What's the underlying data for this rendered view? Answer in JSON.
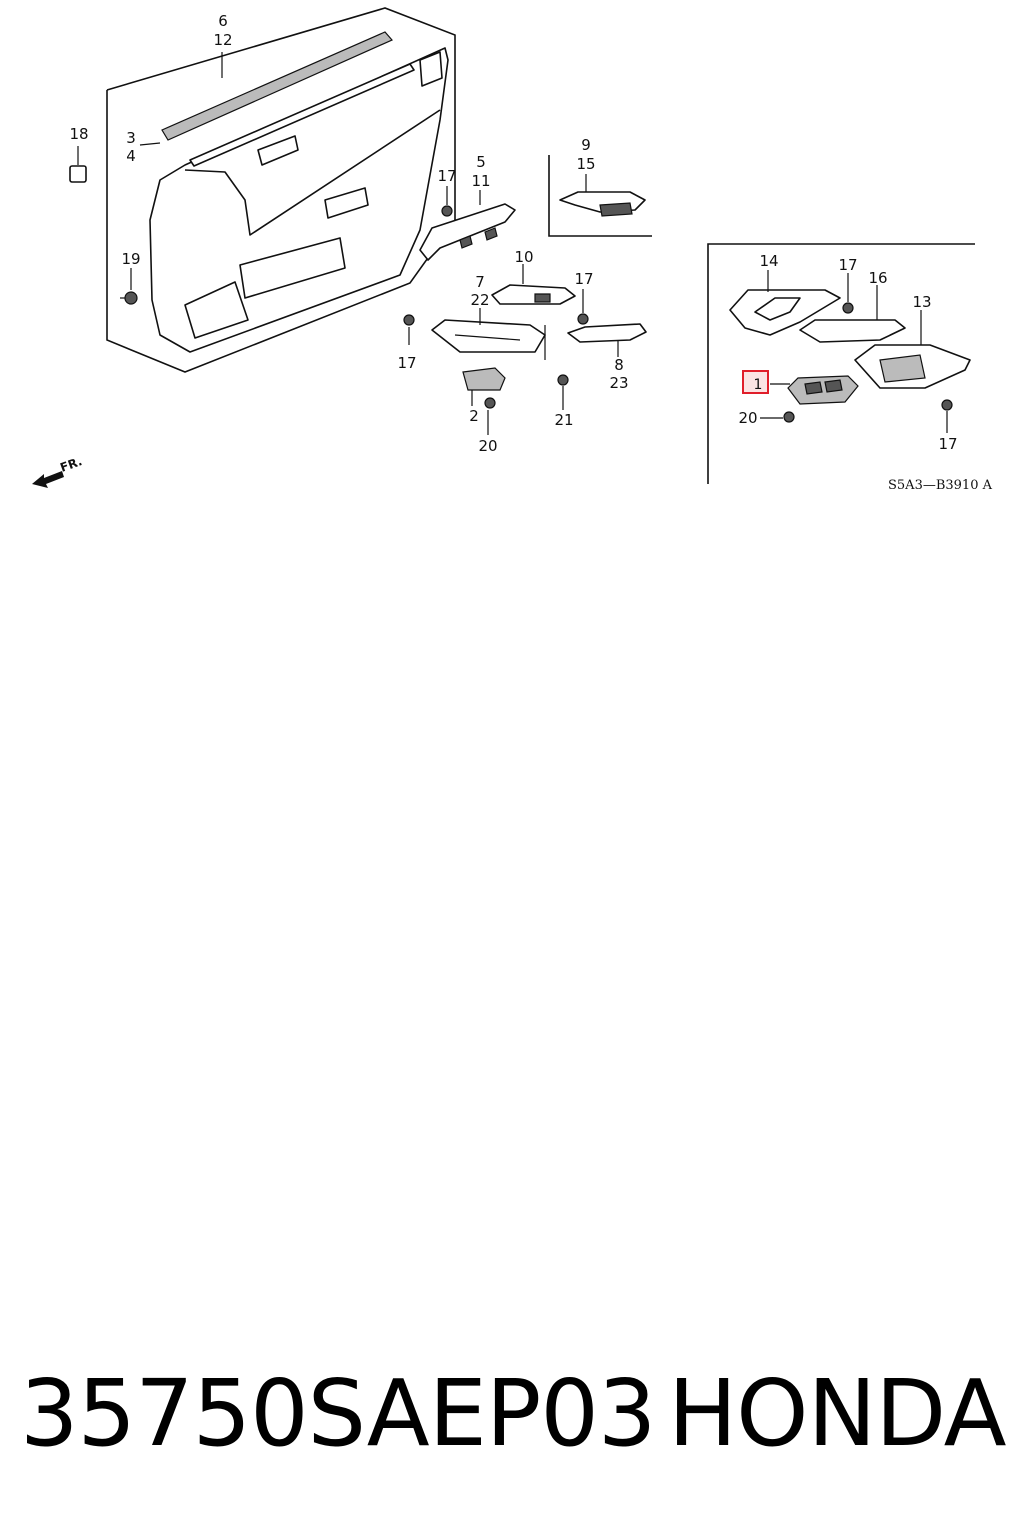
{
  "diagram": {
    "callouts": {
      "c6": "6",
      "c12": "12",
      "c18": "18",
      "c3": "3",
      "c4": "4",
      "c19": "19",
      "c5": "5",
      "c11": "11",
      "c17a": "17",
      "c9": "9",
      "c15": "15",
      "c10": "10",
      "c7": "7",
      "c22": "22",
      "c17b": "17",
      "c17c": "17",
      "c8": "8",
      "c23": "23",
      "c2": "2",
      "c20a": "20",
      "c21": "21",
      "c14": "14",
      "c17d": "17",
      "c16": "16",
      "c13": "13",
      "c1": "1",
      "c20b": "20",
      "c17e": "17"
    },
    "front_arrow_label": "FR.",
    "drawing_code": "S5A3—B3910 A",
    "highlighted_callout": "1",
    "highlight_color": "#e01e2a"
  },
  "caption": {
    "part_number": "35750SAEP03",
    "brand": "HONDA"
  }
}
